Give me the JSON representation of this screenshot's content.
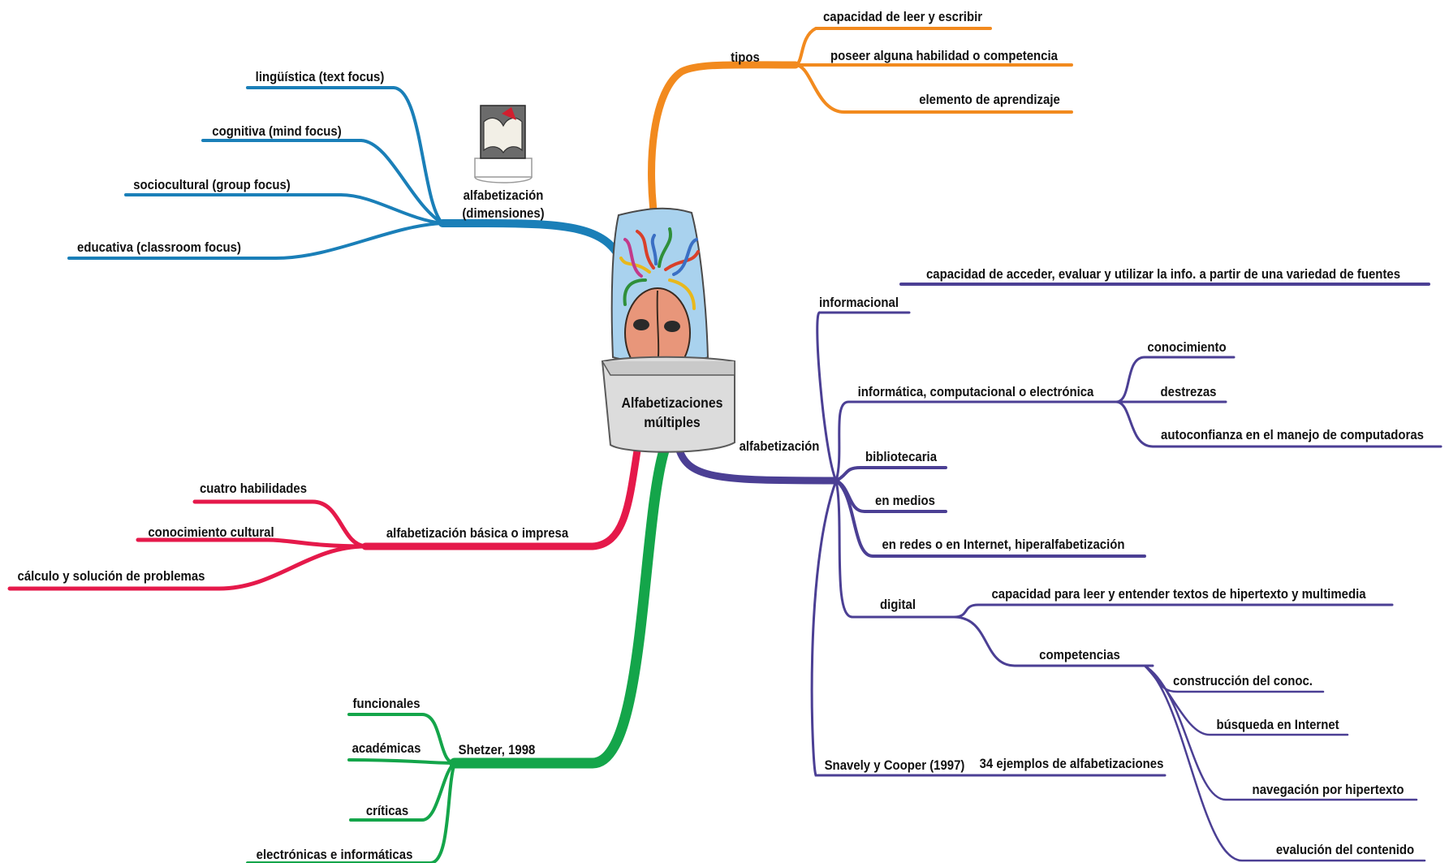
{
  "colors": {
    "orange": "#f28a1e",
    "blue": "#1a7fb8",
    "purple": "#4b3f94",
    "red": "#e5194a",
    "green": "#14a54a",
    "text": "#111111"
  },
  "center": {
    "title_line1": "Alfabetizaciones",
    "title_line2": "múltiples",
    "image_icon": "medusa-head-illustration"
  },
  "tipos": {
    "label": "tipos",
    "children": [
      "capacidad de leer y escribir",
      "poseer alguna habilidad o competencia",
      "elemento de aprendizaje"
    ]
  },
  "dimensiones": {
    "label_line1": "alfabetización",
    "label_line2": "(dimensiones)",
    "icon": "open-book-icon",
    "children": [
      "lingüística (text focus)",
      "cognitiva (mind focus)",
      "sociocultural (group focus)",
      "educativa (classroom focus)"
    ]
  },
  "basica": {
    "label": "alfabetización básica o impresa",
    "children": [
      "cuatro habilidades",
      "conocimiento cultural",
      "cálculo y solución de problemas"
    ]
  },
  "shetzer": {
    "label": "Shetzer, 1998",
    "children": [
      "funcionales",
      "académicas",
      "críticas",
      "electrónicas e informáticas"
    ]
  },
  "alfabetizacion": {
    "label": "alfabetización",
    "informacional": {
      "label": "informacional",
      "child": "capacidad de acceder, evaluar y utilizar la info. a partir de una variedad de fuentes"
    },
    "informatica": {
      "label": "informática, computacional o electrónica",
      "children": [
        "conocimiento",
        "destrezas",
        "autoconfianza en el manejo de computadoras"
      ]
    },
    "bibliotecaria": "bibliotecaria",
    "medios": "en medios",
    "redes": "en redes o en Internet, hiperalfabetización",
    "digital": {
      "label": "digital",
      "child": "capacidad para leer y entender textos de hipertexto y multimedia",
      "competencias": {
        "label": "competencias",
        "children": [
          "construcción del conoc.",
          "búsqueda en Internet",
          "navegación por hipertexto",
          "evalución del contenido"
        ]
      }
    },
    "snavely": {
      "label": "Snavely y Cooper (1997)",
      "child": "34 ejemplos de alfabetizaciones"
    }
  }
}
